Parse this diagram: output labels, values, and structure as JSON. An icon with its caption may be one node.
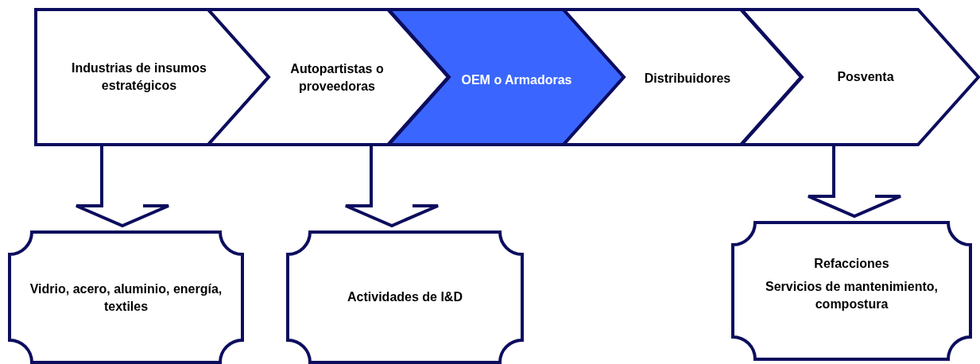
{
  "diagram": {
    "nodes": [
      {
        "text": [
          "Industrias de insumos estratégicos"
        ]
      },
      {
        "text": [
          "Autopartistas o proveedoras"
        ]
      },
      {
        "text": [
          "OEM o Armadoras"
        ]
      },
      {
        "text": [
          "Distribuidores"
        ]
      },
      {
        "text": [
          "Posventa"
        ]
      },
      {
        "text": [
          "Vidrio, acero, aluminio, energía, textiles"
        ]
      },
      {
        "text": [
          "Actividades de I&D"
        ]
      },
      {
        "text": [
          "Refacciones",
          "Servicios de mantenimiento, compostura"
        ]
      }
    ],
    "edges": [
      {
        "from": 0,
        "to": 5,
        "arrow": "to"
      },
      {
        "from": 1,
        "to": 6,
        "arrow": "to"
      },
      {
        "from": 4,
        "to": 7,
        "arrow": "to"
      }
    ]
  }
}
